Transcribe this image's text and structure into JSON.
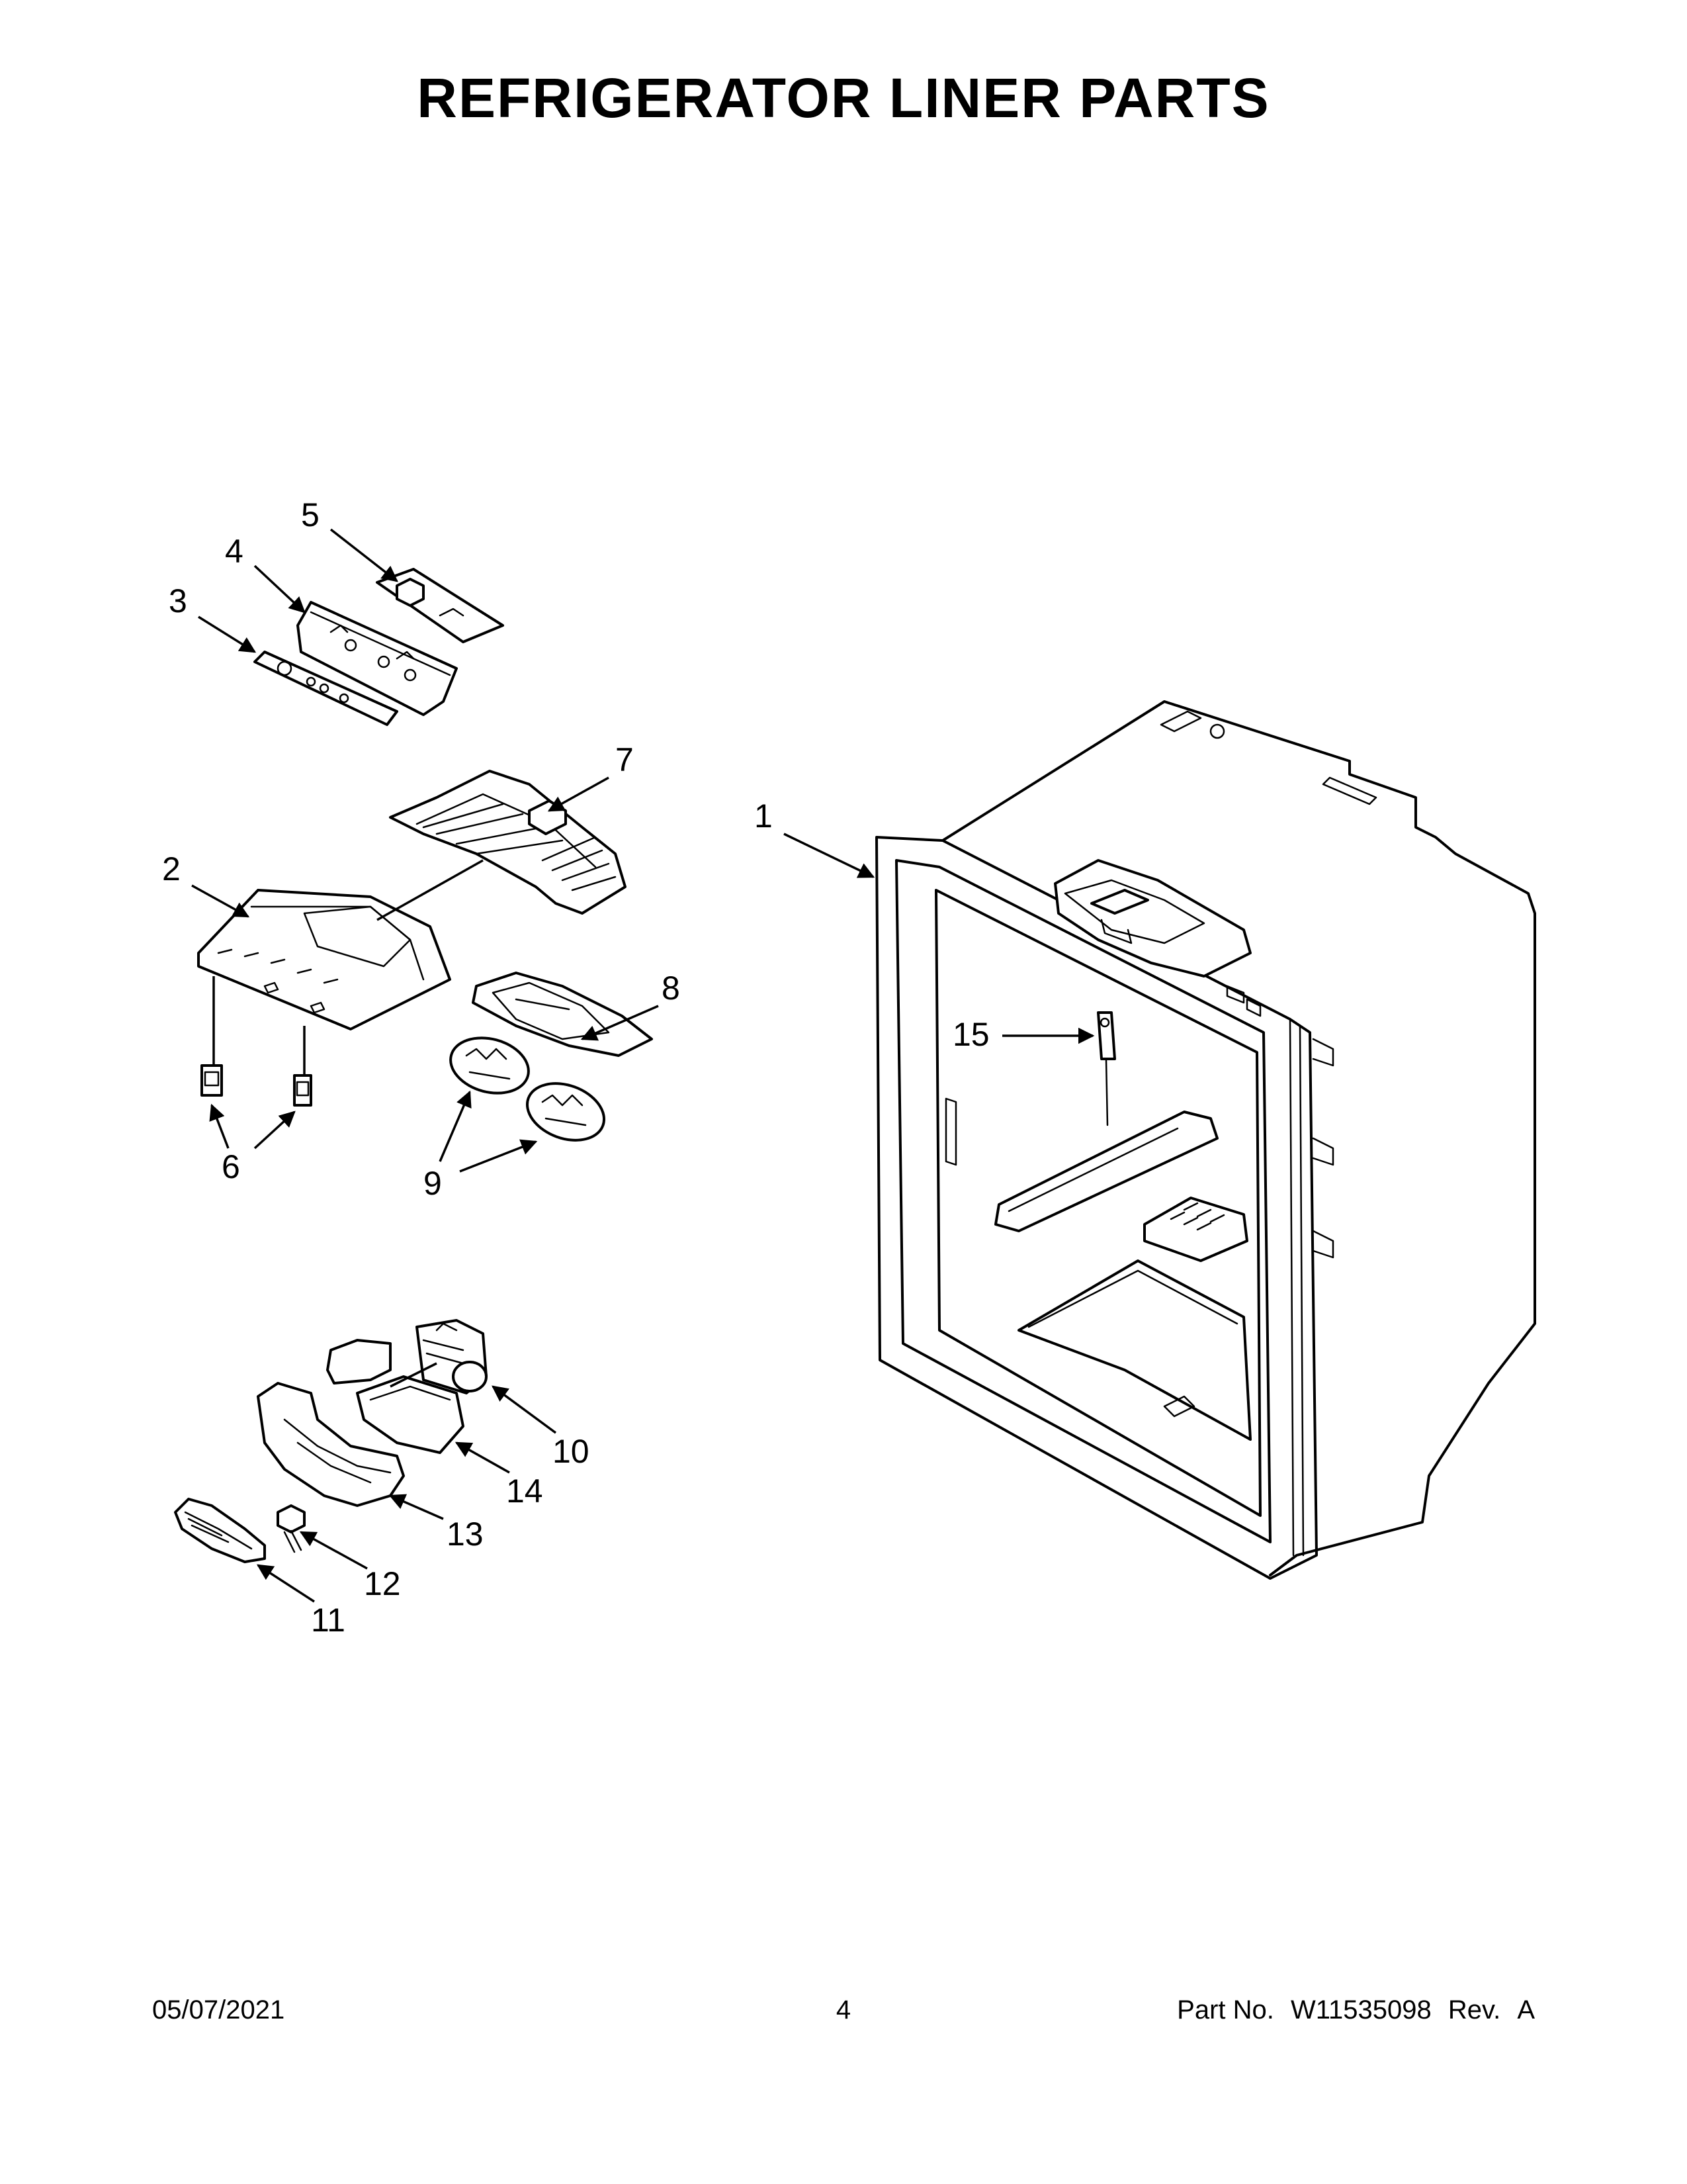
{
  "page": {
    "title": "REFRIGERATOR LINER PARTS"
  },
  "callouts": [
    {
      "id": "1",
      "label": "1"
    },
    {
      "id": "2",
      "label": "2"
    },
    {
      "id": "3",
      "label": "3"
    },
    {
      "id": "4",
      "label": "4"
    },
    {
      "id": "5",
      "label": "5"
    },
    {
      "id": "6",
      "label": "6"
    },
    {
      "id": "7",
      "label": "7"
    },
    {
      "id": "8",
      "label": "8"
    },
    {
      "id": "9",
      "label": "9"
    },
    {
      "id": "10",
      "label": "10"
    },
    {
      "id": "11",
      "label": "11"
    },
    {
      "id": "12",
      "label": "12"
    },
    {
      "id": "13",
      "label": "13"
    },
    {
      "id": "14",
      "label": "14"
    },
    {
      "id": "15",
      "label": "15"
    }
  ],
  "footer": {
    "date": "05/07/2021",
    "page_number": "4",
    "part_no_label": "Part No.",
    "part_no": "W11535098",
    "rev_label": "Rev.",
    "rev": "A"
  }
}
